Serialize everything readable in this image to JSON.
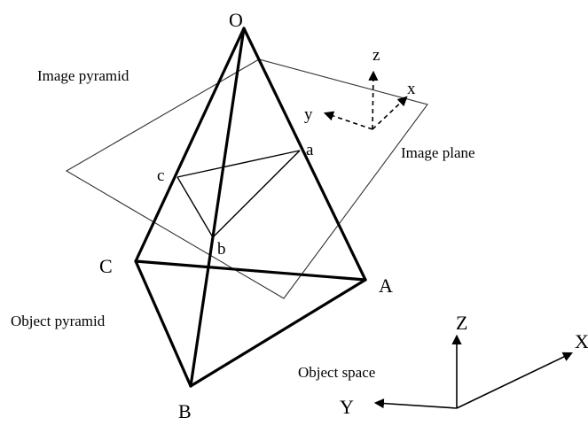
{
  "labels": {
    "O": "O",
    "A": "A",
    "B": "B",
    "C": "C",
    "a": "a",
    "b": "b",
    "c": "c",
    "image_pyramid": "Image pyramid",
    "image_plane": "Image plane",
    "object_pyramid": "Object pyramid",
    "object_space": "Object space",
    "axis_x_small": "x",
    "axis_y_small": "y",
    "axis_z_small": "z",
    "axis_X": "X",
    "axis_Y": "Y",
    "axis_Z": "Z"
  },
  "colors": {
    "stroke": "#000000",
    "plane_stroke": "#333333",
    "background": "#ffffff"
  }
}
